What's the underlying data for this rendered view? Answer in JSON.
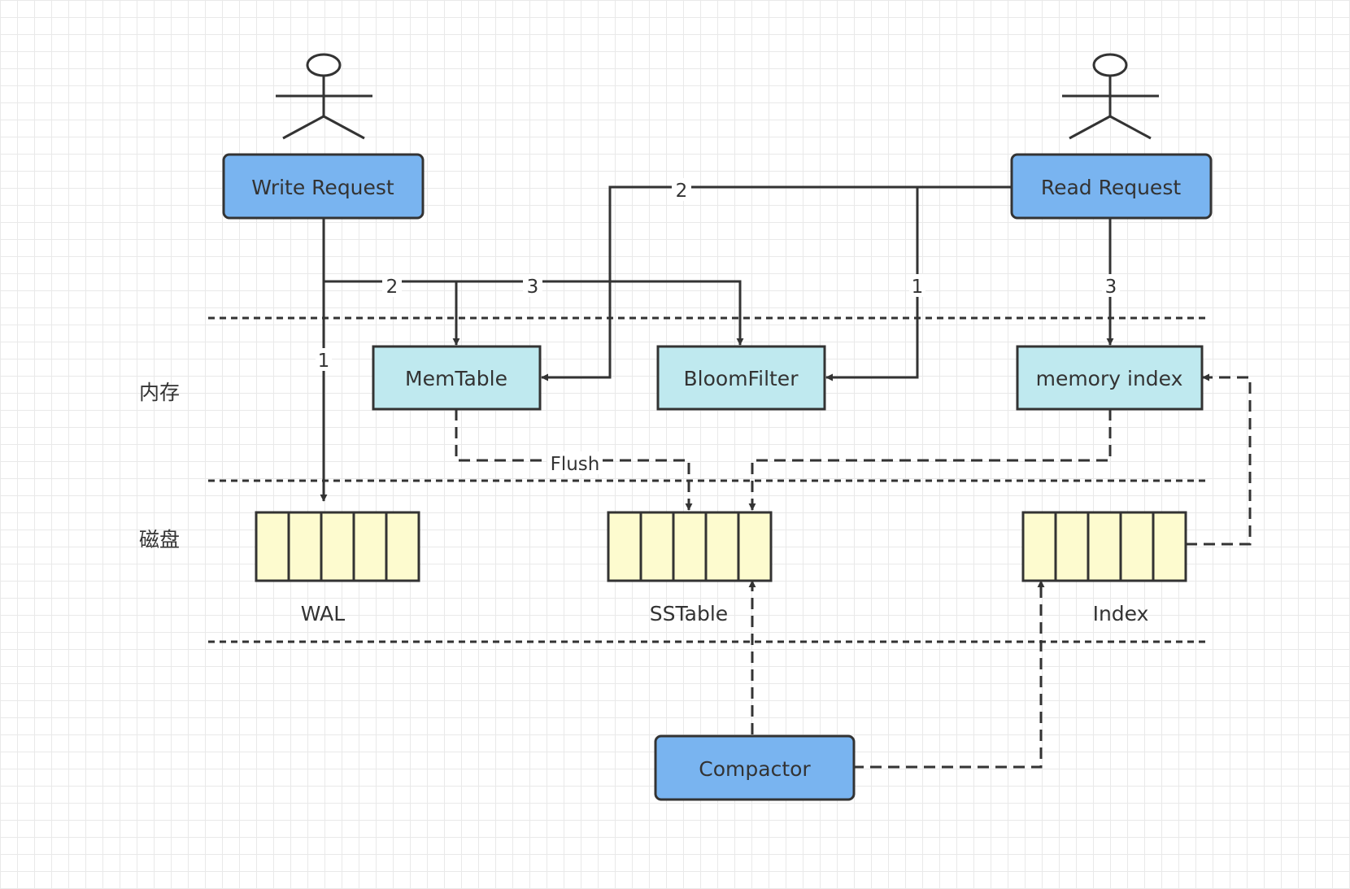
{
  "colors": {
    "request_fill": "#79b4f0",
    "memory_fill": "#bfe9ef",
    "disk_fill": "#fdfbcf",
    "stroke": "#333333"
  },
  "diagram": {
    "actors": [
      {
        "id": "writer",
        "icon": "stick-figure-icon"
      },
      {
        "id": "reader",
        "icon": "stick-figure-icon"
      }
    ],
    "nodes": {
      "write_request": "Write Request",
      "read_request": "Read Request",
      "memtable": "MemTable",
      "bloomfilter": "BloomFilter",
      "memory_index": "memory index",
      "compactor": "Compactor"
    },
    "storage": {
      "wal": "WAL",
      "sstable": "SSTable",
      "index": "Index"
    },
    "zones": {
      "memory": "内存",
      "disk": "磁盘"
    },
    "edges": {
      "write_wal": "1",
      "write_memtable": "2",
      "write_bloomfilter": "3",
      "read_bloomfilter": "1",
      "read_memtable": "2",
      "read_memory_index": "3",
      "flush": "Flush"
    }
  }
}
